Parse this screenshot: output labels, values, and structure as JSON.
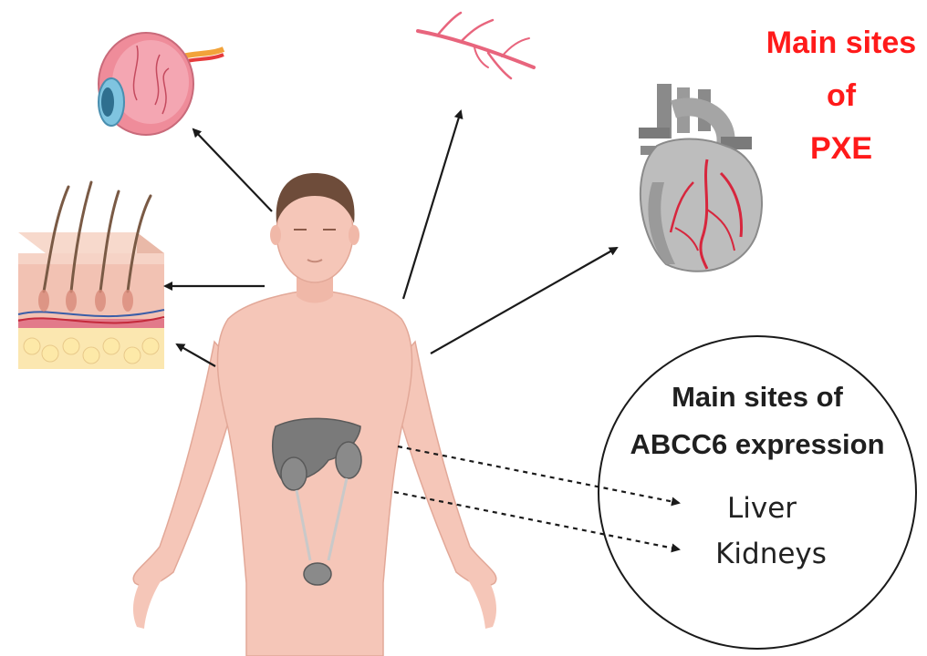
{
  "pxe_heading": {
    "line1": "Main sites",
    "line2": "of",
    "line3": "PXE"
  },
  "abcc6_heading": {
    "line1": "Main sites of",
    "line2": "ABCC6 expression"
  },
  "abcc6_items": [
    "Liver",
    "Kidneys"
  ],
  "icons": [
    "eye-icon",
    "blood-vessel-icon",
    "heart-icon",
    "skin-cross-section-icon",
    "human-body-figure"
  ],
  "colors": {
    "pxe_heading": "#ff1a1a",
    "skin_tone": "#f5c6b8",
    "organ_gray": "#7a7a7a",
    "vessel_red": "#d7263d"
  }
}
